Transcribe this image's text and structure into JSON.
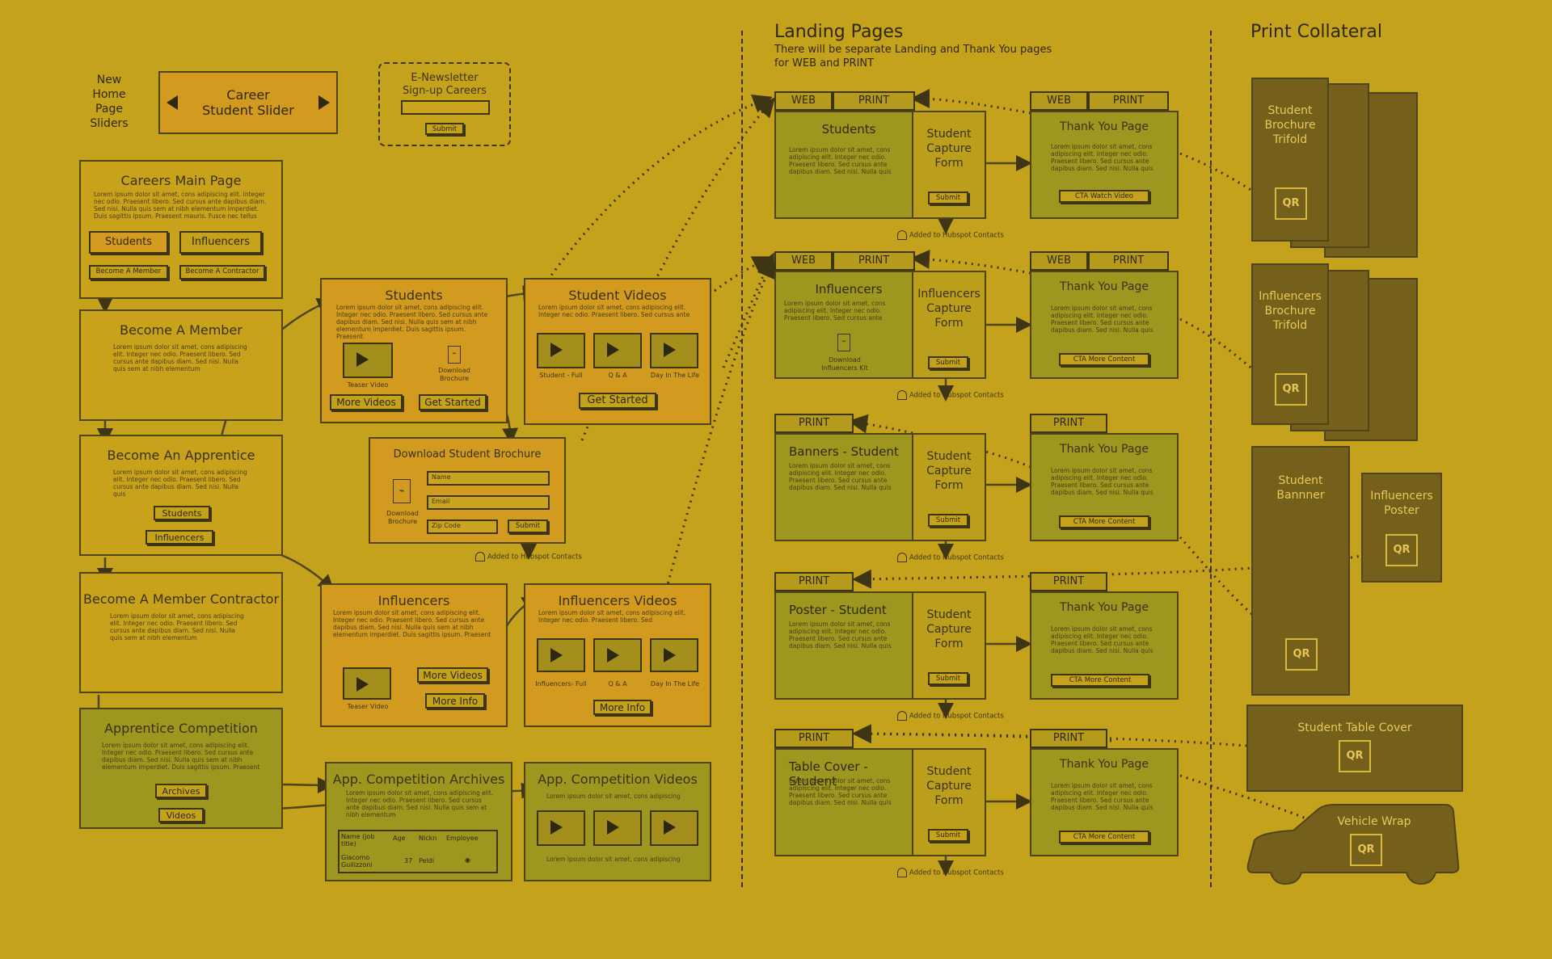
{
  "sections": {
    "landing_title": "Landing Pages",
    "landing_note_1": "There will be separate Landing and Thank You pages",
    "landing_note_2": "for WEB and PRINT",
    "print_title": "Print Collateral"
  },
  "slider": {
    "side_label": [
      "New",
      "Home",
      "Page",
      "Sliders"
    ],
    "title_1": "Career",
    "title_2": "Student Slider"
  },
  "newsletter": {
    "title_1": "E-Newsletter",
    "title_2": "Sign-up Careers",
    "submit": "Submit"
  },
  "careers_main": {
    "title": "Careers Main Page",
    "text": "Lorem ipsum dolor sit amet, cons adipiscing elit. Integer nec odio. Praesent libero. Sed cursus ante dapibus diam. Sed nisi. Nulla quis sem at nibh elementum imperdiet. Duis sagittis ipsum. Praesent mauris. Fusce nec tellus",
    "students": "Students",
    "influencers": "Influencers",
    "become_member": "Become A Member",
    "become_contractor": "Become A Contractor"
  },
  "become_member": {
    "title": "Become A Member",
    "text": "Lorem ipsum dolor sit amet, cons adipiscing elit. Integer nec odio. Praesent libero. Sed cursus ante dapibus diam. Sed nisi. Nulla quis sem at nibh elementum"
  },
  "become_apprentice": {
    "title": "Become An Apprentice",
    "text": "Lorem ipsum dolor sit amet, cons adipiscing elit. Integer nec odio. Praesent libero. Sed cursus ante dapibus diam. Sed nisi. Nulla quis",
    "students": "Students",
    "influencers": "Influencers"
  },
  "become_contractor": {
    "title": "Become A Member Contractor",
    "text": "Lorem ipsum dolor sit amet, cons adipiscing elit. Integer nec odio. Praesent libero. Sed cursus ante dapibus diam. Sed nisi. Nulla quis sem at nibh elementum"
  },
  "apprentice_comp": {
    "title": "Apprentice Competition",
    "text": "Lorem ipsum dolor sit amet, cons adipiscing elit. Integer nec odio. Praesent libero. Sed cursus ante dapibus diam. Sed nisi. Nulla quis sem at nibh elementum imperdiet. Duis sagittis ipsum. Praesent",
    "archives": "Archives",
    "videos": "Videos"
  },
  "students_page": {
    "title": "Students",
    "text": "Lorem ipsum dolor sit amet, cons adipiscing elit. Integer nec odio. Praesent libero. Sed cursus ante dapibus diam. Sed nisi. Nulla quis sem at nibh elementum imperdiet. Duis sagittis ipsum. Praesent",
    "teaser": "Teaser Video",
    "download_1": "Download",
    "download_2": "Brochure",
    "more_videos": "More Videos",
    "get_started": "Get Started"
  },
  "student_videos": {
    "title": "Student Videos",
    "text": "Lorem ipsum dolor sit amet, cons adipiscing elit. Integer nec odio. Praesent libero. Sed cursus ante",
    "captions": [
      "Student - Full",
      "Q & A",
      "Day In The Life"
    ],
    "get_started": "Get Started"
  },
  "download_brochure": {
    "title": "Download Student Brochure",
    "label_1": "Download",
    "label_2": "Brochure",
    "fields": [
      "Name",
      "Email",
      "Zip Code"
    ],
    "submit": "Submit",
    "hubspot": "Added to Hubspot Contacts"
  },
  "influencers_page": {
    "title": "Influencers",
    "text": "Lorem ipsum dolor sit amet, cons adipiscing elit. Integer nec odio. Praesent libero. Sed cursus ante dapibus diam. Sed nisi. Nulla quis sem at nibh elementum imperdiet. Duis sagittis ipsum. Praesent",
    "teaser": "Teaser Video",
    "more_videos": "More Videos",
    "more_info": "More Info"
  },
  "influencer_videos": {
    "title": "Influencers Videos",
    "text": "Lorem ipsum dolor sit amet, cons adipiscing elit. Integer nec odio. Praesent libero. Sed",
    "captions": [
      "Influencers- Full",
      "Q & A",
      "Day In The Life"
    ],
    "more_info": "More Info"
  },
  "comp_archives": {
    "title": "App. Competition Archives",
    "text": "Lorem ipsum dolor sit amet, cons adipiscing elit. Integer nec odio. Praesent libero. Sed cursus ante dapibus diam. Sed nisi. Nulla quis sem at nibh elementum",
    "headers": [
      "Name (job title)",
      "Age",
      "Nickn",
      "Employee"
    ],
    "row": [
      "Giacomo Guilizzoni",
      "37",
      "Peldi",
      "◉"
    ]
  },
  "comp_videos": {
    "title": "App. Competition Videos",
    "text_top": "Lorem ipsum dolor sit amet, cons adipiscing",
    "text_bottom": "Lorem ipsum dolor sit amet, cons adipiscing"
  },
  "landing_rows": [
    {
      "tabs": [
        "WEB",
        "PRINT"
      ],
      "page_title": "Students",
      "form": [
        "Student",
        "Capture",
        "Form"
      ],
      "thank_tabs": [
        "WEB",
        "PRINT"
      ],
      "cta": "CTA Watch Video",
      "download_1": "",
      "download_2": ""
    },
    {
      "tabs": [
        "WEB",
        "PRINT"
      ],
      "page_title": "Influencers",
      "form": [
        "Influencers",
        "Capture",
        "Form"
      ],
      "thank_tabs": [
        "WEB",
        "PRINT"
      ],
      "cta": "CTA More Content",
      "download_1": "Download",
      "download_2": "Influencers Kit"
    },
    {
      "tabs": [
        "PRINT"
      ],
      "page_title": "Banners - Student",
      "form": [
        "Student",
        "Capture",
        "Form"
      ],
      "thank_tabs": [
        "PRINT"
      ],
      "cta": "CTA More Content",
      "download_1": "",
      "download_2": ""
    },
    {
      "tabs": [
        "PRINT"
      ],
      "page_title": "Poster - Student",
      "form": [
        "Student",
        "Capture",
        "Form"
      ],
      "thank_tabs": [
        "PRINT"
      ],
      "cta": "CTA More Content",
      "download_1": "",
      "download_2": ""
    },
    {
      "tabs": [
        "PRINT"
      ],
      "page_title": "Table Cover - Student",
      "form": [
        "Student",
        "Capture",
        "Form"
      ],
      "thank_tabs": [
        "PRINT"
      ],
      "cta": "CTA More Content",
      "download_1": "",
      "download_2": ""
    }
  ],
  "landing_common": {
    "lorem": "Lorem ipsum dolor sit amet, cons adipiscing elit. Integer nec odio. Praesent libero. Sed cursus ante dapibus diam. Sed nisi. Nulla quis",
    "submit": "Submit",
    "thank_title": "Thank You Page",
    "hubspot": "Added to Hubspot Contacts"
  },
  "collateral": {
    "student_brochure": [
      "Student",
      "Brochure",
      "Trifold"
    ],
    "influencer_brochure": [
      "Influencers",
      "Brochure",
      "Trifold"
    ],
    "student_banner": [
      "Student",
      "Bannner"
    ],
    "influencer_poster": [
      "Influencers",
      "Poster"
    ],
    "table_cover": "Student Table Cover",
    "vehicle": "Vehicle Wrap",
    "qr": "QR"
  }
}
